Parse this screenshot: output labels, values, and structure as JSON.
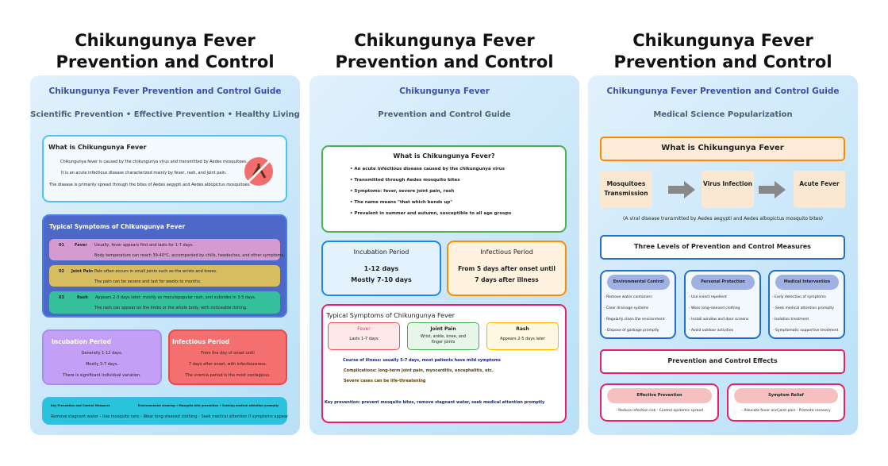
{
  "posters": [
    {
      "title_line1": "Chikungunya Fever",
      "title_line2": "Prevention and Control Guide",
      "header": "Chikungunya Fever Prevention and Control Guide",
      "subtitle": "Scientific Prevention • Effective Prevention • Healthy Living",
      "what": {
        "title": "What is Chikungunya Fever",
        "lines": [
          "Chikungunya fever is caused by the chikungunya virus and transmitted by Aedes mosquitoes.",
          "It is an acute infectious disease characterized mainly by fever, rash, and joint pain.",
          "The disease is primarily spread through the bites of Aedes aegypti and Aedes albopictus mosquitoes."
        ],
        "icon": "no-mosquito-icon"
      },
      "symptoms": {
        "title": "Typical Symptoms of Chikungunya Fever",
        "rows": [
          {
            "num": "01",
            "name": "Fever",
            "line1": "Usually, fever appears first and lasts for 1-7 days.",
            "line2": "Body temperature can reach 39-40°C, accompanied by chills, headaches, and other symptoms.",
            "color": "#d59bd0"
          },
          {
            "num": "02",
            "name": "Joint Pain",
            "line1": "Pain often occurs in small joints such as the wrists and knees.",
            "line2": "The pain can be severe and last for weeks to months.",
            "color": "#d8bc60"
          },
          {
            "num": "03",
            "name": "Rash",
            "line1": "Appears 2-3 days later, mostly as maculopapular rash, and subsides in 3-5 days.",
            "line2": "The rash can appear on the limbs or the whole body, with noticeable itching.",
            "color": "#35bf9c"
          }
        ]
      },
      "incubation": {
        "title": "Incubation Period",
        "lines": [
          "Generally 1-12 days.",
          "Mostly 3-7 days.",
          "There is significant individual variation."
        ]
      },
      "infectious": {
        "title": "Infectious Period",
        "lines": [
          "From the day of onset until",
          "7 days after onset, with infectiousness.",
          "The viremia period is the most contagious."
        ]
      },
      "key": {
        "label": "Key Prevention and Control Measures",
        "summary": "Environmental cleaning • Mosquito bite prevention • Seeking medical attention promptly",
        "line": "Remove stagnant water - Use mosquito nets - Wear long-sleeved clothing - Seek medical attention if symptoms appear"
      }
    },
    {
      "title_line1": "Chikungunya Fever",
      "title_line2": "Prevention and Control Guide",
      "header": "Chikungunya Fever",
      "subtitle": "Prevention and Control Guide",
      "what": {
        "title": "What is Chikungunya Fever?",
        "bullets": [
          "• An acute infectious disease caused by the chikungunya virus",
          "• Transmitted through Aedes mosquito bites",
          "• Symptoms: fever, severe joint pain, rash",
          "• The name means \"that which bends up\"",
          "• Prevalent in summer and autumn, susceptible to all age groups"
        ]
      },
      "incubation": {
        "title": "Incubation Period",
        "line1": "1-12 days",
        "line2": "Mostly 7-10 days"
      },
      "infectious": {
        "title": "Infectious Period",
        "line1": "From 5 days after onset until",
        "line2": "7 days after illness"
      },
      "symptoms": {
        "title": "Typical Symptoms of Chikungunya Fever",
        "cards": [
          {
            "name": "Fever",
            "desc": "Lasts 1-7 days"
          },
          {
            "name": "Joint Pain",
            "desc": "Wrist, ankle, knee, and finger joints"
          },
          {
            "name": "Rash",
            "desc": "Appears 2-5 days later"
          }
        ],
        "notes": [
          "Course of illness: usually 5-7 days, most patients have mild symptoms",
          "Complications: long-term joint pain, myocarditis, encephalitis, etc.",
          "Severe cases can be life-threatening"
        ],
        "key": "Key prevention: prevent mosquito bites, remove stagnant water, seek medical attention promptly"
      }
    },
    {
      "title_line1": "Chikungunya Fever",
      "title_line2": "Prevention and Control Guide",
      "header": "Chikungunya Fever Prevention and Control Guide",
      "subtitle": "Medical Science Popularization",
      "what_title": "What is Chikungunya Fever",
      "flow": [
        "Mosquitoes Transmission",
        "Virus Infection",
        "Acute Fever"
      ],
      "caption": "(A viral disease transmitted by Aedes aegypti and Aedes albopictus mosquito bites)",
      "levels_title": "Three Levels of Prevention and Control Measures",
      "levels": [
        {
          "title": "Environmental Control",
          "items": [
            "- Remove water containers",
            "- Clear drainage systems",
            "- Regularly clean the environment",
            "- Dispose of garbage promptly"
          ]
        },
        {
          "title": "Personal Protection",
          "items": [
            "- Use insect repellent",
            "- Wear long-sleeved clothing",
            "- Install window and door screens",
            "- Avoid outdoor activities"
          ]
        },
        {
          "title": "Medical Intervention",
          "items": [
            "- Early detection of symptoms",
            "- Seek medical attention promptly",
            "- Isolation treatment",
            "- Symptomatic   supportive treatment"
          ]
        }
      ],
      "effects_title": "Prevention and Control Effects",
      "effects": [
        {
          "title": "Effective Prevention",
          "desc": "- Reduce infection risk  - Control epidemic spread"
        },
        {
          "title": "Symptom Relief",
          "desc": "- Alleviate fever and joint pain  - Promote recovery"
        }
      ]
    }
  ]
}
